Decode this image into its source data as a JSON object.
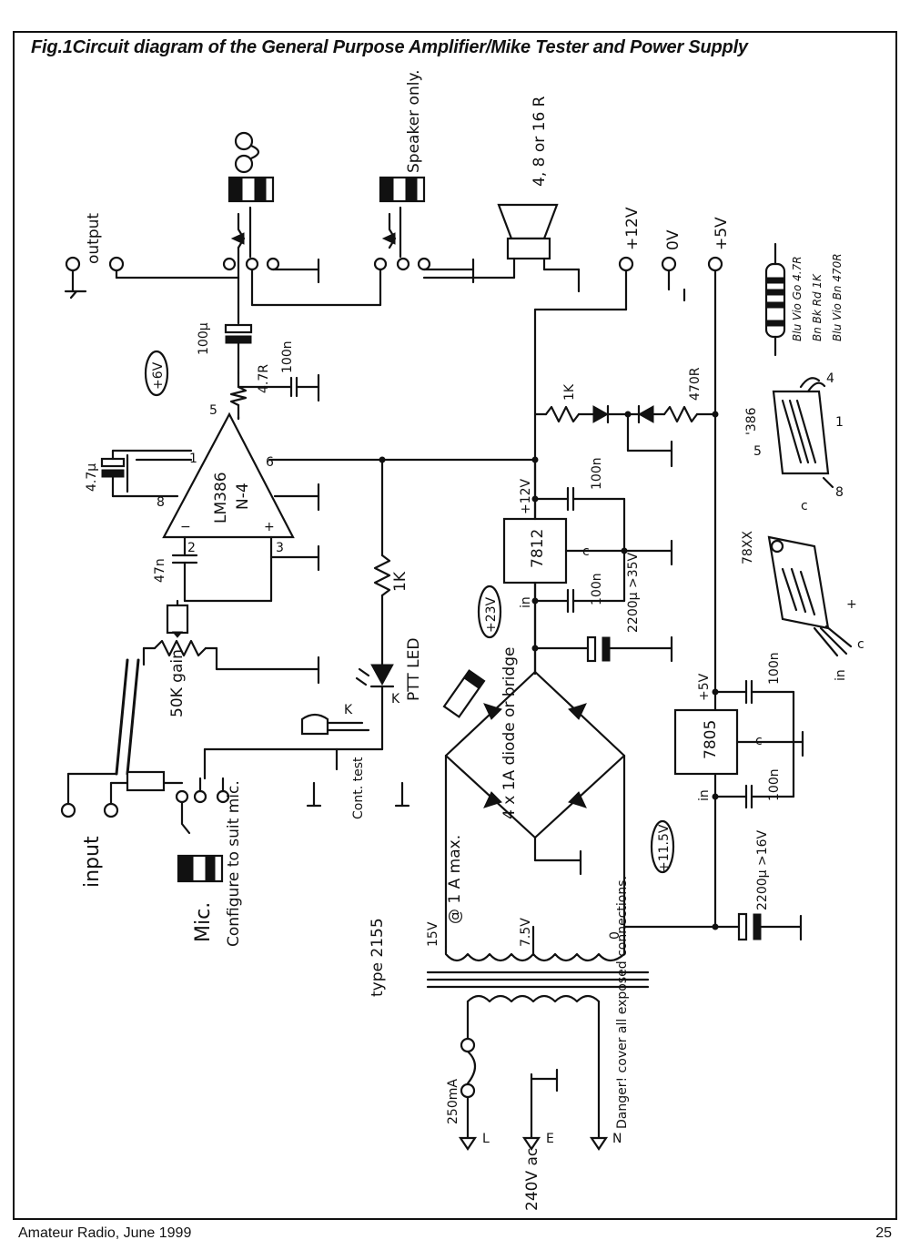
{
  "title": "Fig.1Circuit diagram of the General Purpose Amplifier/Mike Tester and Power Supply",
  "footer": {
    "publication": "Amateur Radio, June 1999",
    "page": "25"
  },
  "labels": {
    "output": "output",
    "speaker_only": "Speaker only.",
    "speaker_imp": "4, 8 or 16 R",
    "plus12v": "+12V",
    "zero_v": "0V",
    "plus5v": "+5V",
    "c100u": "100µ",
    "r4_7": "4.7R",
    "c100n": "100n",
    "plus6v": "+6V",
    "pin5": "5",
    "pin1": "1",
    "pin6": "6",
    "pin8": "8",
    "pin2": "2",
    "pin3": "3",
    "ic_name": "LM386",
    "ic_sub": "N-4",
    "c4_7u": "4.7µ",
    "c47n": "47n",
    "gain": "50K gain",
    "r1k_led": "1K",
    "ptt_led": "PTT LED",
    "k_led": "K",
    "k_led2": "K",
    "cont_test": "Cont. test",
    "input": "input",
    "mic": "Mic.",
    "configure": "Configure to suit mic.",
    "r1k_top": "1K",
    "r470": "470R",
    "c100n_a": "100n",
    "c100n_b": "100n",
    "c100n_c": "100n",
    "c100n_d": "100n",
    "reg12": "7812",
    "reg5": "7805",
    "in12": "in",
    "in5": "in",
    "c_12": "c",
    "c_5": "c",
    "plus12_reg": "+12V",
    "plus5_reg": "+5V",
    "plus23v": "+23V",
    "c2200_35": "2200µ >35V",
    "plus11_5v": "+11.5V",
    "c2200_16": "2200µ >16V",
    "bridge": "4 x 1A diode or bridge",
    "at1a": "@ 1 A max.",
    "v15": "15V",
    "v7_5": "7.5V",
    "zero": "0",
    "type": "type 2155",
    "fuse": "250mA",
    "L": "L",
    "E": "E",
    "N": "N",
    "ac": "240V ac",
    "danger": "Danger! cover all exposed connections.",
    "res_key1": "Blu Vio Go 4.7R",
    "res_key2": "Bn Bk Rd 1K",
    "res_key3": "Blu Vio Bn 470R",
    "ic386": "'386",
    "p5": "5",
    "p4": "4",
    "p1": "1",
    "p8": "8",
    "reg78xx": "78XX",
    "reg_c": "c",
    "reg_in": "in",
    "reg_c2": "c",
    "reg_plus": "+"
  }
}
